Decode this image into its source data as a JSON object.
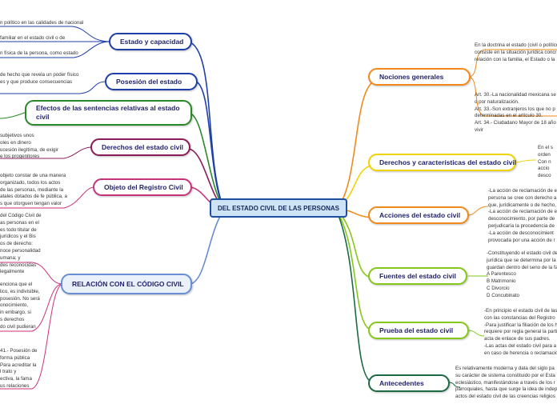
{
  "center": "DEL ESTADO CIVIL DE LAS PERSONAS",
  "right_topics": [
    {
      "label": "Nociones generales",
      "color": "#f08a1c"
    },
    {
      "label": "Derechos y características del estado civil",
      "color": "#f0d400"
    },
    {
      "label": "Acciones del estado civil",
      "color": "#f08a1c"
    },
    {
      "label": "Fuentes del estado civil",
      "color": "#86c71b"
    },
    {
      "label": "Prueba del estado civil",
      "color": "#86c71b"
    },
    {
      "label": "Antecedentes",
      "color": "#1d6b45"
    }
  ],
  "left_topics": [
    {
      "label": "Estado y capacidad",
      "color": "#1e3fa8"
    },
    {
      "label": "Posesión del estado",
      "color": "#1e3fa8"
    },
    {
      "label": "Efectos de las sentencias relativas al estado civil",
      "color": "#2a8a2a"
    },
    {
      "label": "Derechos del estado civil",
      "color": "#8a1c5c"
    },
    {
      "label": "Objeto del Registro Civil",
      "color": "#c8327a"
    },
    {
      "label": "RELACIÓN CON EL CÓDIGO CIVIL",
      "color": "#6a8ed6"
    }
  ],
  "right_notes": {
    "nociones_1": [
      "En la doctrina el estado (civil o político",
      "consiste en la situación jurídica concr",
      "relación con la familia, el Estado o la"
    ],
    "nociones_2": [
      "Art. 30.-La nacionalidad mexicana se",
      "o por naturalización.",
      "Art. 33.-Son extranjeros los que no p",
      "determinadas en el artículo 30.",
      "Art. 34.- Ciudadano Mayor de 18 año",
      "vivir"
    ],
    "derechos_car": [
      "En el s",
      "orden",
      "Con n",
      "accio",
      "desco"
    ],
    "acciones": [
      "-La acción de reclamación de e",
      "persona se cree con derecho a",
      "que, jurídicamente o de hecho,",
      "-La acción de reclamación de e",
      "desconocimiento, por parte de",
      "perjudicaría la procedencia de",
      "-La acción de desconocimient",
      "provocada por una acción de r"
    ],
    "fuentes": [
      "-Constituyendo el estado civil de",
      "jurídica que se determina por la",
      "guardan dentro del seno de la fa",
      "A Parentesco",
      "B Matrimonio",
      "C Divorcio",
      "D Concubinato"
    ],
    "prueba": [
      "-En principio el estado civil de las",
      "con las constancias del Registro",
      "-Para justificar la filiación de los h",
      "requiere por regla general la parti",
      "acta de enlace de sus padres.",
      "-Las actas del estado civil para a",
      "en caso de herencia o reclamació"
    ],
    "antecedentes": [
      "Es relativamente moderna y data del siglo pa",
      "su carácter de sistema constituido por el Esta",
      "eclesiástico, manifestándose a través de los r",
      "parroquiales, hasta que surge la idea de indep",
      "actos del estado civil de las creencias religios"
    ]
  },
  "left_notes": {
    "estado_1": [
      "n político en las calidades de nacional"
    ],
    "estado_2": [
      "familiar en el estado civil o de"
    ],
    "estado_3": [
      "n física de la persona, como estado"
    ],
    "posesion": [
      "de hecho que revela un poder físico",
      "es y que produce consecuencias"
    ],
    "derechos": [
      "subjetivos unos",
      "oles en dinero",
      "ucesión ilegítima, de exigir",
      "e los progenitores"
    ],
    "objeto": [
      "objeto constar de una manera",
      "organizado, todos los actos",
      "de las personas, mediante la",
      "atales dotados de fe pública, a",
      "s que otorguen tengan valor"
    ],
    "codigo_1": [
      "del Código Civil de",
      "as personas en el",
      "es todo titular de",
      "jurídicos y el Bis",
      "os de derecho:",
      "noce personalidad",
      "umana; y",
      "des reconocidas",
      "legalmente"
    ],
    "codigo_2": [
      "enciona que el",
      "lico, es indivisible,",
      "posesión. No será",
      "onocimiento,",
      "in embargo, si",
      "s derechos",
      "do civil pudieran"
    ],
    "codigo_3": [
      "41.- Posesión de",
      "forma pública",
      "Para acreditar la",
      "l trato y",
      "ectiva, la fama",
      "us relaciones"
    ]
  }
}
